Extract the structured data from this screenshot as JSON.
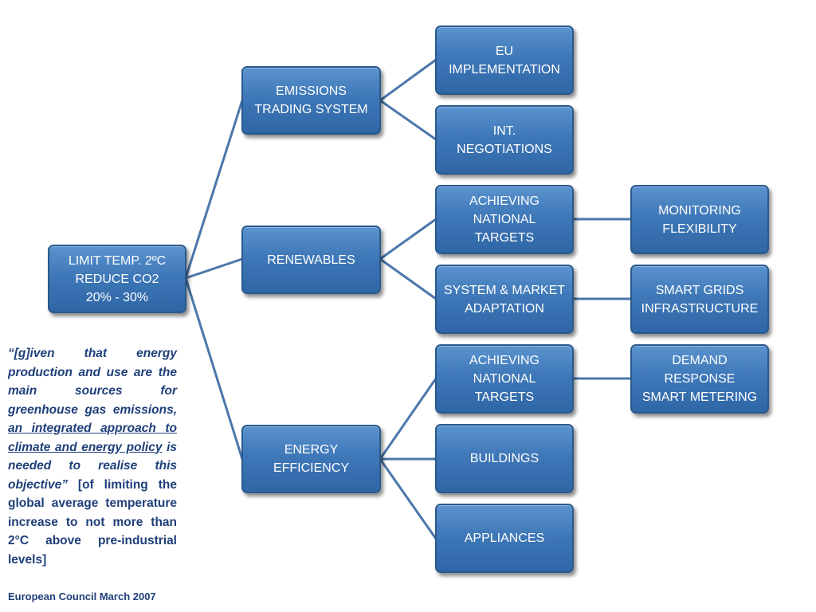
{
  "nodes": {
    "root": "LIMIT TEMP. 2ºC\nREDUCE  CO2\n20% - 30%",
    "ets": "EMISSIONS\nTRADING SYSTEM",
    "renewables": "RENEWABLES",
    "energy_efficiency": "ENERGY\nEFFICIENCY",
    "eu_implementation": "EU\nIMPLEMENTATION",
    "int_negotiations": "INT.\nNEGOTIATIONS",
    "achieving_targets_1": "ACHIEVING\nNATIONAL\nTARGETS",
    "system_market": "SYSTEM & MARKET\nADAPTATION",
    "achieving_targets_2": "ACHIEVING\nNATIONAL\nTARGETS",
    "buildings": "BUILDINGS",
    "appliances": "APPLIANCES",
    "monitoring": "MONITORING\nFLEXIBILITY",
    "smart_grids": "SMART GRIDS\nINFRASTRUCTURE",
    "demand_response": "DEMAND\nRESPONSE\nSMART METERING"
  },
  "quote": {
    "part1": "“[g]iven that energy production and use are the main sources for greenhouse gas emissions, ",
    "underlined": "an integrated approach to climate and energy policy",
    "part2": " is needed to realise this objective”",
    "bracket": " [of limiting the global average temperature increase to not more than 2°C above pre-industrial levels]"
  },
  "source": "European Council  March 2007",
  "colors": {
    "box": "#3f78b8",
    "border": "#2a5a8c",
    "connector": "#4a77ab",
    "quote_text": "#1f3f7a"
  }
}
